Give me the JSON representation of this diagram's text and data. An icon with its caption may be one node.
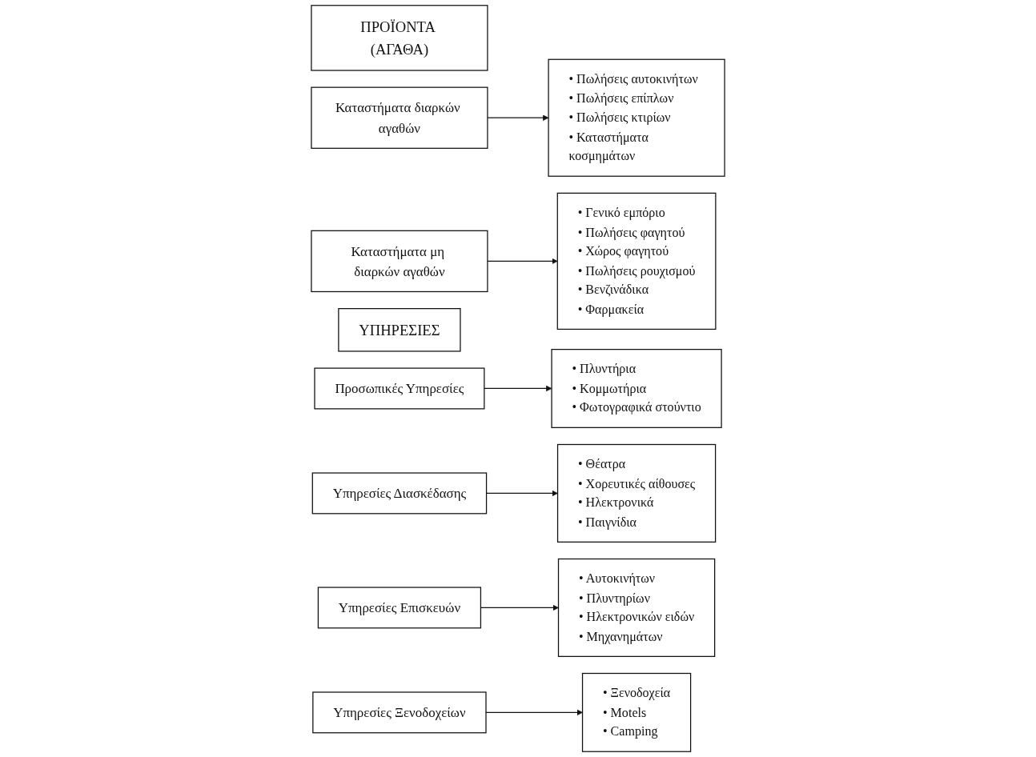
{
  "diagram": {
    "nodes": [
      {
        "text": [
          "ΠΡΟΪΟΝΤΑ (ΑΓΑΘΑ)"
        ]
      },
      {
        "text": [
          "Καταστήματα διαρκών αγαθών"
        ]
      },
      {
        "text": [
          "• Πωλήσεις αυτοκινήτων",
          "• Πωλήσεις επίπλων",
          "• Πωλήσεις κτιρίων",
          "• Καταστήματα κοσμημάτων"
        ]
      },
      {
        "text": [
          "Καταστήματα μη διαρκών αγαθών"
        ]
      },
      {
        "text": [
          "• Γενικό εμπόριο",
          "• Πωλήσεις φαγητού",
          "• Χώρος φαγητού",
          "• Πωλήσεις ρουχισμού",
          "• Βενζινάδικα",
          "• Φαρμακεία"
        ]
      },
      {
        "text": [
          "ΥΠΗΡΕΣΙΕΣ"
        ]
      },
      {
        "text": [
          "Προσωπικές Υπηρεσίες"
        ]
      },
      {
        "text": [
          "• Πλυντήρια",
          "• Κομμωτήρια",
          "• Φωτογραφικά στούντιο"
        ]
      },
      {
        "text": [
          "Υπηρεσίες Διασκέδασης"
        ]
      },
      {
        "text": [
          "• Θέατρα",
          "• Χορευτικές αίθουσες",
          "• Ηλεκτρονικά",
          "• Παιγνίδια"
        ]
      },
      {
        "text": [
          "Υπηρεσίες Επισκευών"
        ]
      },
      {
        "text": [
          "• Αυτοκινήτων",
          "• Πλυντηρίων",
          "• Ηλεκτρονικών ειδών",
          "• Μηχανημάτων"
        ]
      },
      {
        "text": [
          "Υπηρεσίες Ξενοδοχείων"
        ]
      },
      {
        "text": [
          "• Ξενοδοχεία",
          "• Motels",
          "• Camping"
        ]
      }
    ],
    "edges": [
      {
        "from": 1,
        "to": 2,
        "arrow": "to"
      },
      {
        "from": 3,
        "to": 4,
        "arrow": "to"
      },
      {
        "from": 6,
        "to": 7,
        "arrow": "to"
      },
      {
        "from": 8,
        "to": 9,
        "arrow": "to"
      },
      {
        "from": 10,
        "to": 11,
        "arrow": "to"
      },
      {
        "from": 12,
        "to": 13,
        "arrow": "to"
      }
    ]
  }
}
